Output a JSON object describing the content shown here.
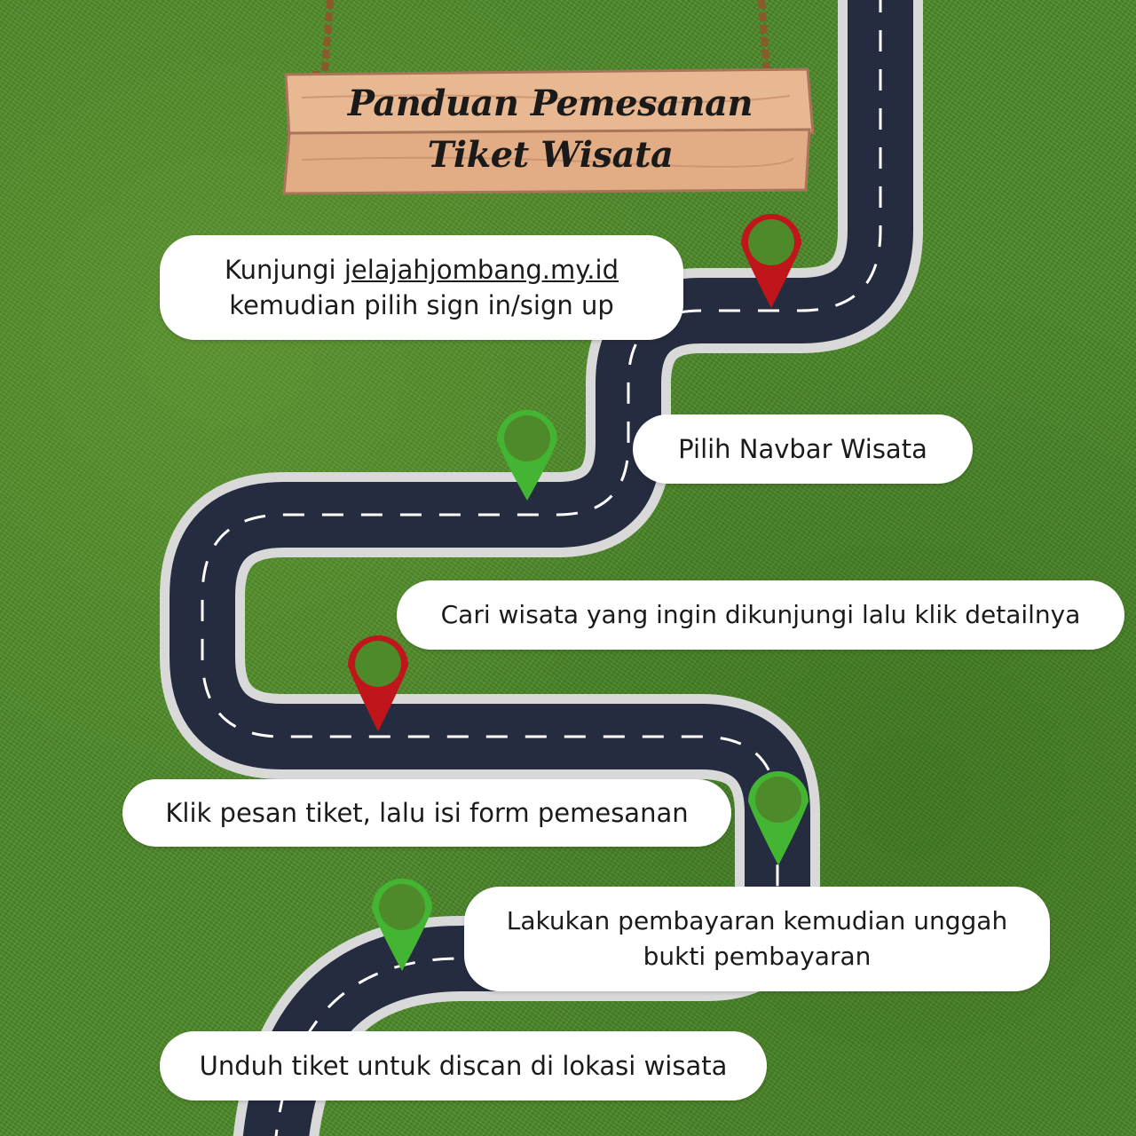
{
  "title": {
    "line1": "Panduan Pemesanan",
    "line2": "Tiket Wisata"
  },
  "steps": [
    {
      "prefix": "Kunjungi ",
      "link": "jelajahjombang.my.id",
      "line2": "kemudian pilih sign in/sign up"
    },
    {
      "text": "Pilih Navbar Wisata"
    },
    {
      "text": "Cari wisata yang ingin dikunjungi lalu klik detailnya"
    },
    {
      "text": "Klik pesan tiket, lalu isi form pemesanan"
    },
    {
      "line1": "Lakukan pembayaran kemudian unggah",
      "line2": "bukti pembayaran"
    },
    {
      "text": "Unduh tiket untuk discan di lokasi wisata"
    }
  ],
  "colors": {
    "grass": "#4e8a2a",
    "road": "#262c40",
    "road_edge": "#d9d9d9",
    "pin_red": "#c0161b",
    "pin_green": "#44b533",
    "sign_wood": "#e7b891"
  },
  "icons": [
    "wooden-sign",
    "rope",
    "map-pin-red",
    "map-pin-green"
  ]
}
